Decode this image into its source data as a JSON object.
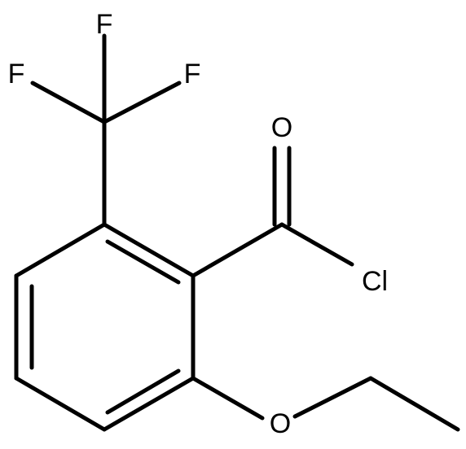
{
  "molecule": {
    "atoms": {
      "F_top": "F",
      "F_left": "F",
      "F_right": "F",
      "O_carbonyl": "O",
      "Cl": "Cl",
      "O_ether": "O"
    }
  }
}
